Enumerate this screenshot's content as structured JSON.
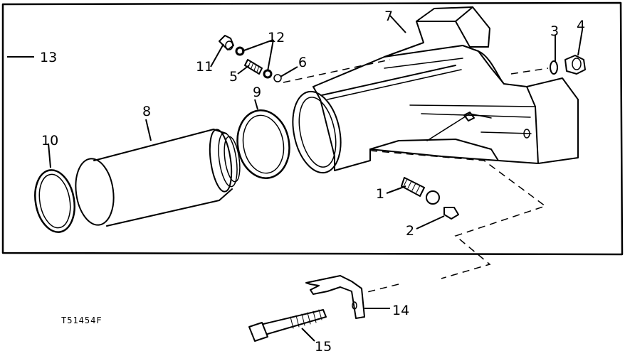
{
  "figure_id": "T51454F",
  "callouts": [
    {
      "id": "c1",
      "label": "1"
    },
    {
      "id": "c2",
      "label": "2"
    },
    {
      "id": "c3",
      "label": "3"
    },
    {
      "id": "c4",
      "label": "4"
    },
    {
      "id": "c5",
      "label": "5"
    },
    {
      "id": "c6",
      "label": "6"
    },
    {
      "id": "c7",
      "label": "7"
    },
    {
      "id": "c8",
      "label": "8"
    },
    {
      "id": "c9",
      "label": "9"
    },
    {
      "id": "c10",
      "label": "10"
    },
    {
      "id": "c11",
      "label": "11"
    },
    {
      "id": "c12",
      "label": "12"
    },
    {
      "id": "c13",
      "label": "13"
    },
    {
      "id": "c14",
      "label": "14"
    },
    {
      "id": "c15",
      "label": "15"
    }
  ]
}
